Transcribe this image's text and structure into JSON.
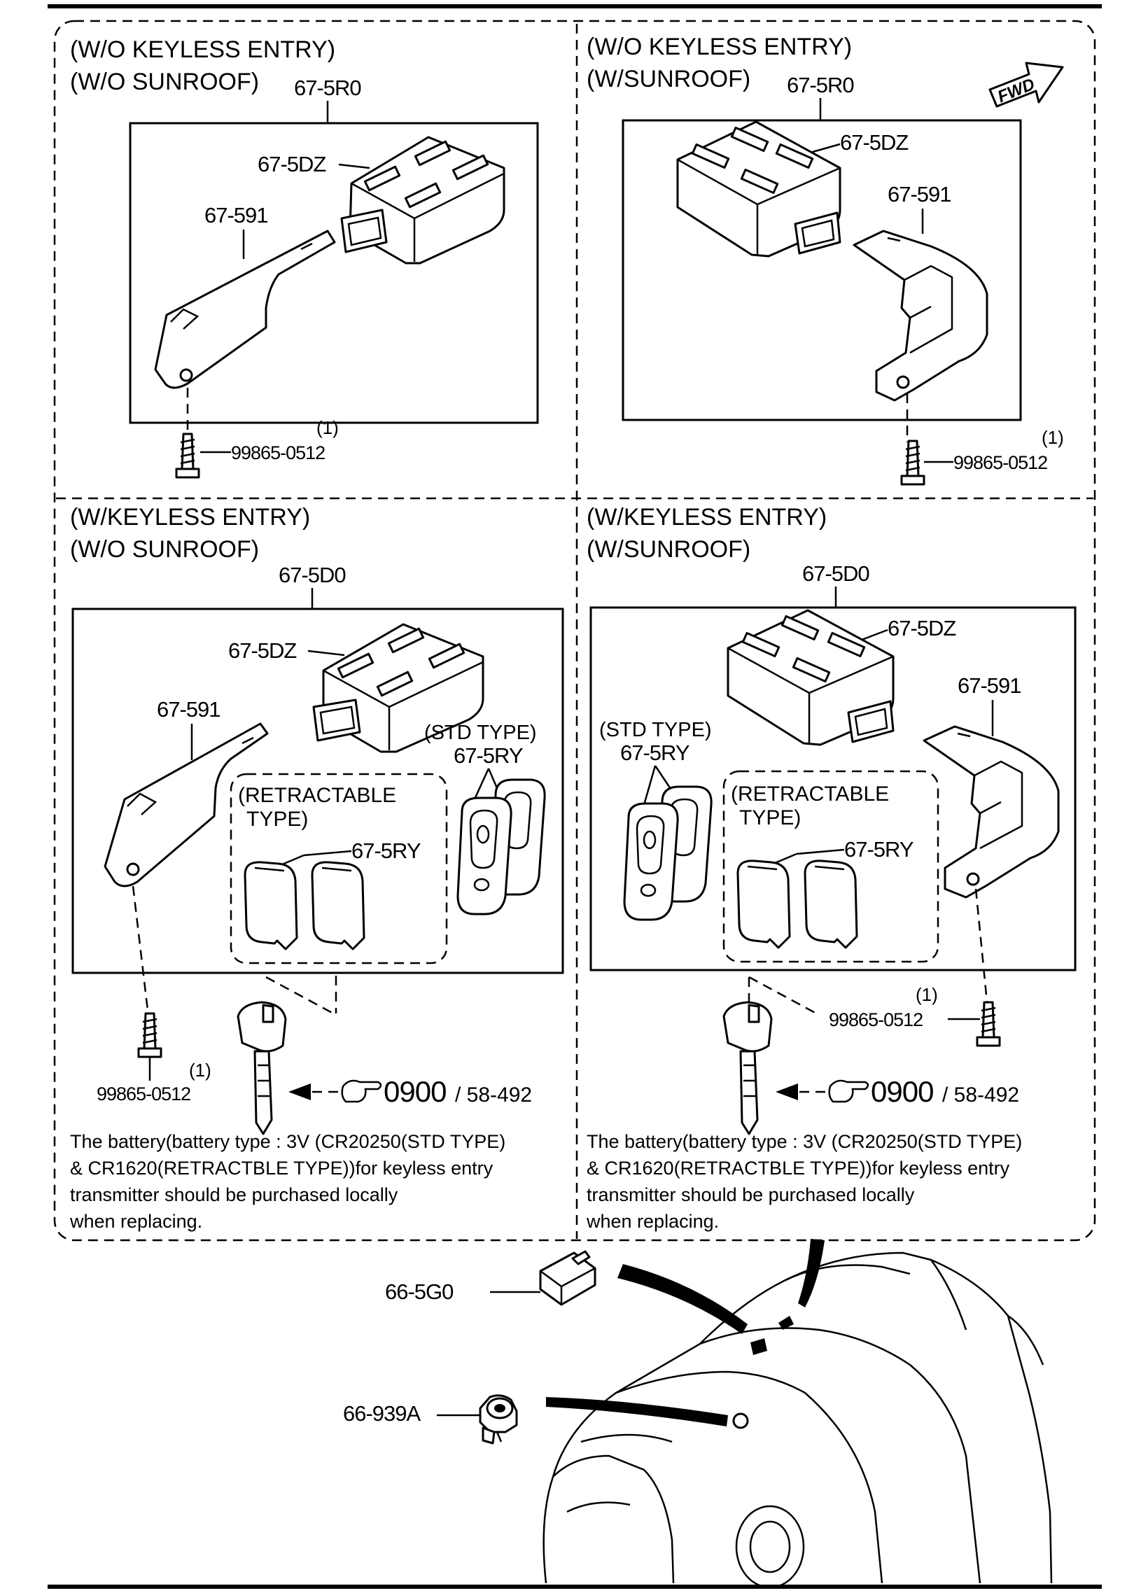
{
  "panels": [
    {
      "header": [
        "(W/O KEYLESS ENTRY)",
        "(W/O SUNROOF)"
      ],
      "unit": "67-5R0",
      "module": "67-5DZ",
      "bracket": "67-591",
      "screw": "99865-0512",
      "qty": "(1)"
    },
    {
      "header": [
        "(W/O KEYLESS ENTRY)",
        "(W/SUNROOF)"
      ],
      "unit": "67-5R0",
      "module": "67-5DZ",
      "bracket": "67-591",
      "screw": "99865-0512",
      "qty": "(1)"
    },
    {
      "header": [
        "(W/KEYLESS ENTRY)",
        "(W/O SUNROOF)"
      ],
      "unit": "67-5D0",
      "module": "67-5DZ",
      "bracket": "67-591",
      "screw": "99865-0512",
      "qty": "(1)",
      "std_type": "(STD TYPE)",
      "std_part": "67-5RY",
      "retract_type": [
        "(RETRACTABLE",
        "TYPE)"
      ],
      "retract_part": "67-5RY",
      "key_ref": "0900",
      "key_ref_page": "/ 58-492",
      "note": [
        "The battery(battery type : 3V (CR20250(STD TYPE)",
        "& CR1620(RETRACTBLE TYPE))for keyless entry",
        "transmitter should be purchased locally",
        "when replacing."
      ]
    },
    {
      "header": [
        "(W/KEYLESS ENTRY)",
        "(W/SUNROOF)"
      ],
      "unit": "67-5D0",
      "module": "67-5DZ",
      "bracket": "67-591",
      "screw": "99865-0512",
      "qty": "(1)",
      "std_type": "(STD TYPE)",
      "std_part": "67-5RY",
      "retract_type": [
        "(RETRACTABLE",
        "TYPE)"
      ],
      "retract_part": "67-5RY",
      "key_ref": "0900",
      "key_ref_page": "/ 58-492",
      "note": [
        "The battery(battery type : 3V (CR20250(STD TYPE)",
        "& CR1620(RETRACTBLE TYPE))for keyless entry",
        "transmitter should be purchased locally",
        "when replacing."
      ]
    }
  ],
  "fwd_label": "FWD",
  "vehicle_parts": {
    "sensor": "66-5G0",
    "switch": "66-939A"
  }
}
